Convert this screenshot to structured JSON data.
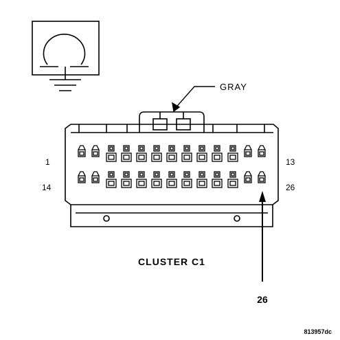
{
  "symbol": {
    "name": "ground-symbol-icon"
  },
  "connector": {
    "color_label": "GRAY",
    "name": "CLUSTER C1",
    "pin_labels": {
      "top_left": "1",
      "top_right": "13",
      "bottom_left": "14",
      "bottom_right": "26"
    },
    "callout_pin": "26"
  },
  "figure_id": "813957dc"
}
